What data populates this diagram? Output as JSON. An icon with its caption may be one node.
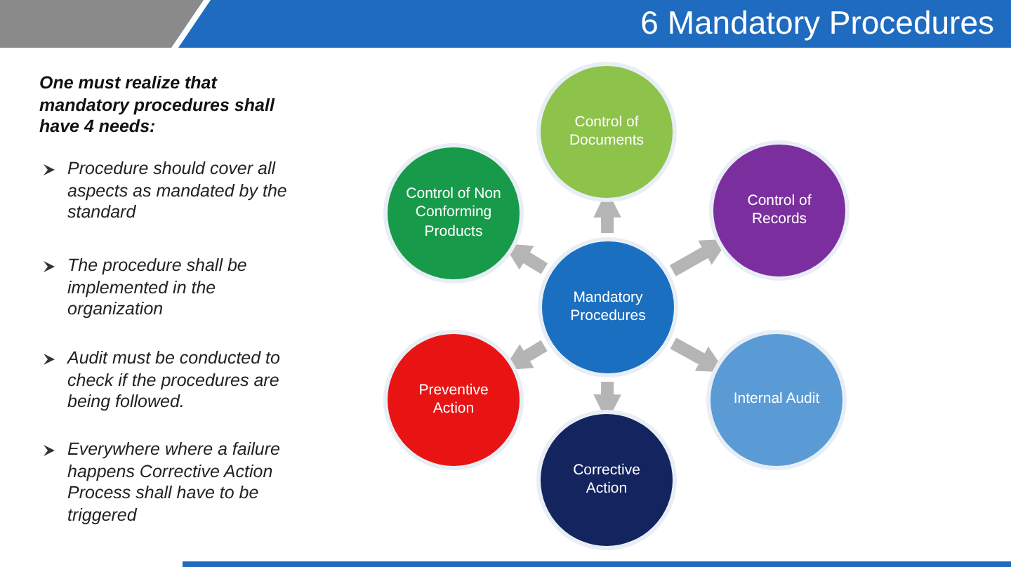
{
  "diagram": {
    "title": "6 Mandatory Procedures",
    "nodes": [
      {
        "text": [
          "Mandatory Procedures"
        ]
      },
      {
        "text": [
          "Control of Documents"
        ]
      },
      {
        "text": [
          "Control of Records"
        ]
      },
      {
        "text": [
          "Internal Audit"
        ]
      },
      {
        "text": [
          "Corrective Action"
        ]
      },
      {
        "text": [
          "Preventive Action"
        ]
      },
      {
        "text": [
          "Control of Non Conforming Products"
        ]
      }
    ],
    "edges": [
      {
        "from": 0,
        "to": 1,
        "arrow": "to"
      },
      {
        "from": 0,
        "to": 2,
        "arrow": "to"
      },
      {
        "from": 0,
        "to": 3,
        "arrow": "to"
      },
      {
        "from": 0,
        "to": 4,
        "arrow": "to"
      },
      {
        "from": 0,
        "to": 5,
        "arrow": "to"
      },
      {
        "from": 0,
        "to": 6,
        "arrow": "to"
      }
    ],
    "labels": [
      "One must realize that mandatory procedures  shall have 4 needs:",
      "Procedure should cover all aspects as mandated by the standard",
      "The procedure shall be implemented in the organization",
      "Audit must be conducted to check if the procedures are being followed.",
      "Everywhere where a failure happens Corrective Action Process shall have to be triggered"
    ]
  }
}
